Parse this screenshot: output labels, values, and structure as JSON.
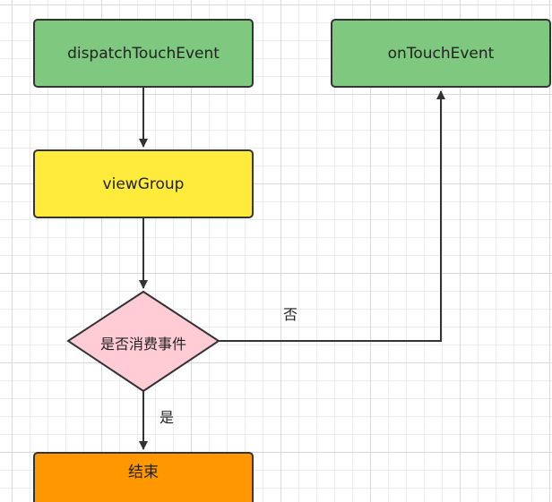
{
  "nodes": {
    "dispatch": "dispatchTouchEvent",
    "on_touch": "onTouchEvent",
    "view_group": "viewGroup",
    "decision": "是否消费事件",
    "end": "结束"
  },
  "edge_labels": {
    "no": "否",
    "yes": "是"
  },
  "colors": {
    "green": "#7ec87f",
    "yellow": "#ffeb3b",
    "pink": "#ffccd5",
    "orange": "#ff9800",
    "stroke": "#333333"
  }
}
